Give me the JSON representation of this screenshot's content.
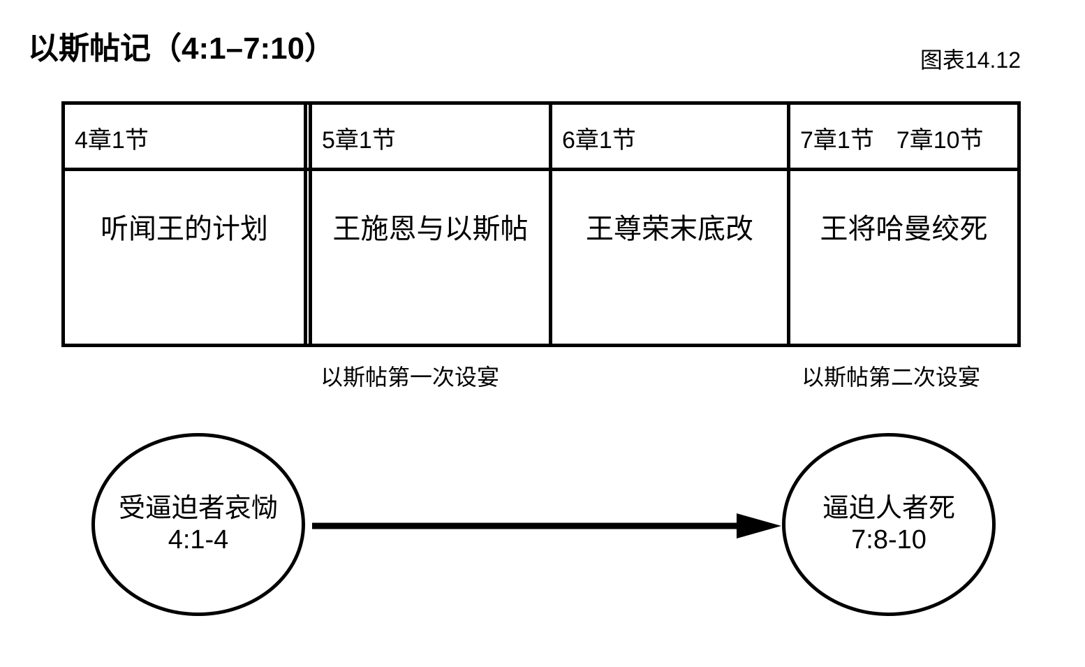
{
  "header": {
    "title": "以斯帖记（4:1–7:10）",
    "chart_number": "图表14.12"
  },
  "table": {
    "columns": [
      {
        "header": "4章1节",
        "header_second": "",
        "body": "听闻王的计划"
      },
      {
        "header": "5章1节",
        "header_second": "",
        "body": "王施恩与以斯帖"
      },
      {
        "header": "6章1节",
        "header_second": "",
        "body": "王尊荣末底改"
      },
      {
        "header": "7章1节",
        "header_second": "7章10节",
        "body": "王将哈曼绞死"
      }
    ]
  },
  "captions": {
    "first_banquet": "以斯帖第一次设宴",
    "second_banquet": "以斯帖第二次设宴"
  },
  "flow": {
    "left_circle": {
      "label": "受逼迫者哀恸",
      "reference": "4:1-4"
    },
    "right_circle": {
      "label": "逼迫人者死",
      "reference": "7:8-10"
    },
    "arrow": "right-arrow"
  },
  "colors": {
    "ink": "#000000",
    "background": "#ffffff"
  }
}
